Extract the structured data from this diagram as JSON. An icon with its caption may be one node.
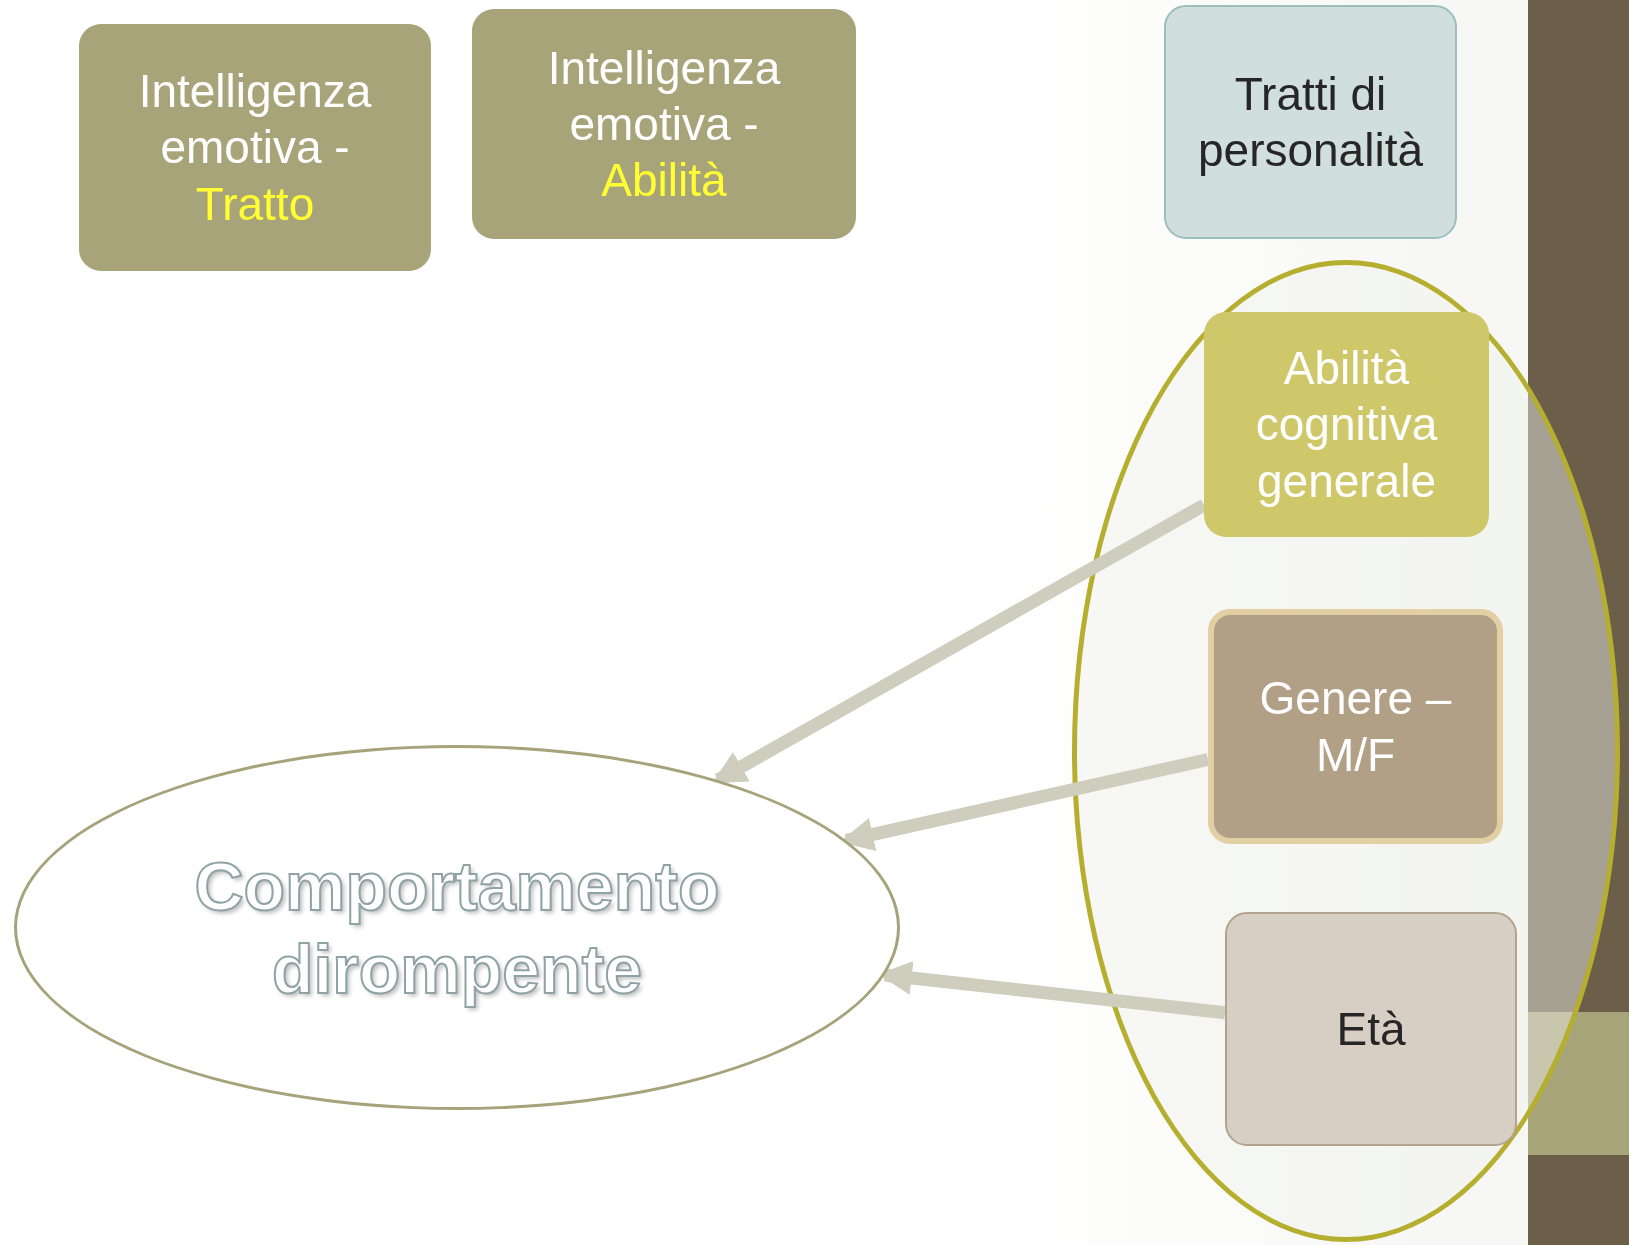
{
  "diagram": {
    "nodes": [
      {
        "text": [
          "Intelligenza emotiva -",
          "Tratto"
        ]
      },
      {
        "text": [
          "Intelligenza emotiva -",
          "Abilità"
        ]
      },
      {
        "text": [
          "Tratti di personalità"
        ]
      },
      {
        "text": [
          "Comportamento dirompente"
        ]
      },
      {
        "text": [],
        "shape": "circle"
      },
      {
        "text": [
          "Abilità cognitiva generale"
        ],
        "in": 4
      },
      {
        "text": [
          "Genere – M/F"
        ],
        "in": 4
      },
      {
        "text": [
          "Età"
        ],
        "in": 4
      }
    ],
    "edges": [
      {
        "from": 5,
        "to": 3,
        "arrow": "to"
      },
      {
        "from": 6,
        "to": 3,
        "arrow": "to"
      },
      {
        "from": 7,
        "to": 3,
        "arrow": "to"
      }
    ]
  }
}
